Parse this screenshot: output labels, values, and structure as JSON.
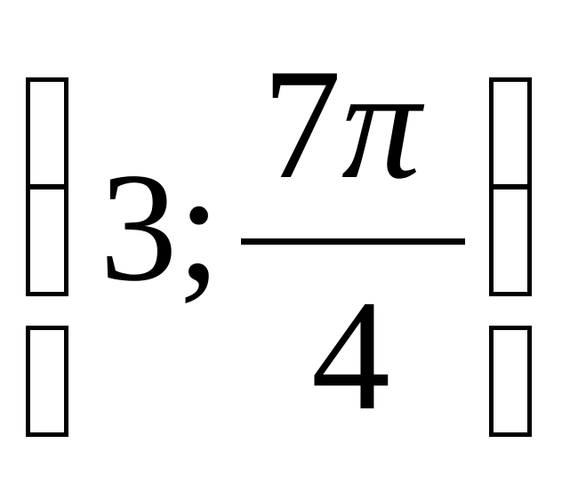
{
  "expression": {
    "first_term": "3;",
    "numerator_digit": "7",
    "numerator_symbol": "π",
    "denominator": "4"
  }
}
